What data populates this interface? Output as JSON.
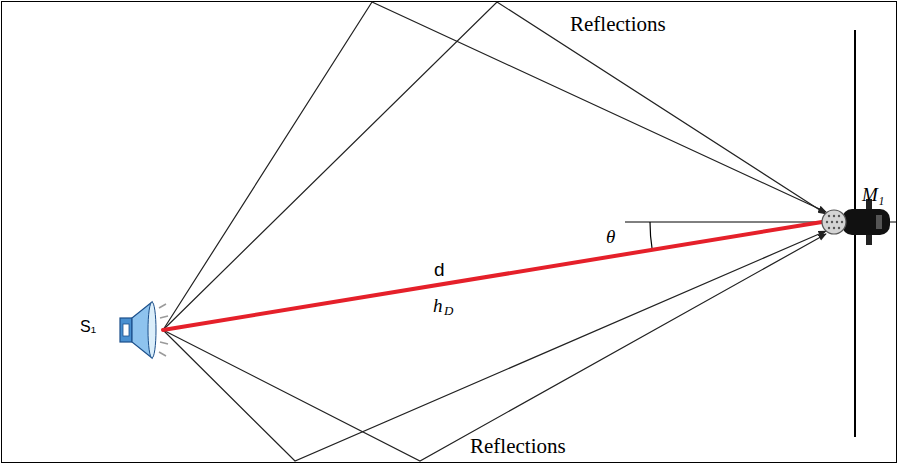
{
  "diagram": {
    "labels": [
      "Reflections",
      "Reflections",
      "S₁",
      "M₁",
      "θ",
      "d",
      "h",
      "D"
    ]
  }
}
